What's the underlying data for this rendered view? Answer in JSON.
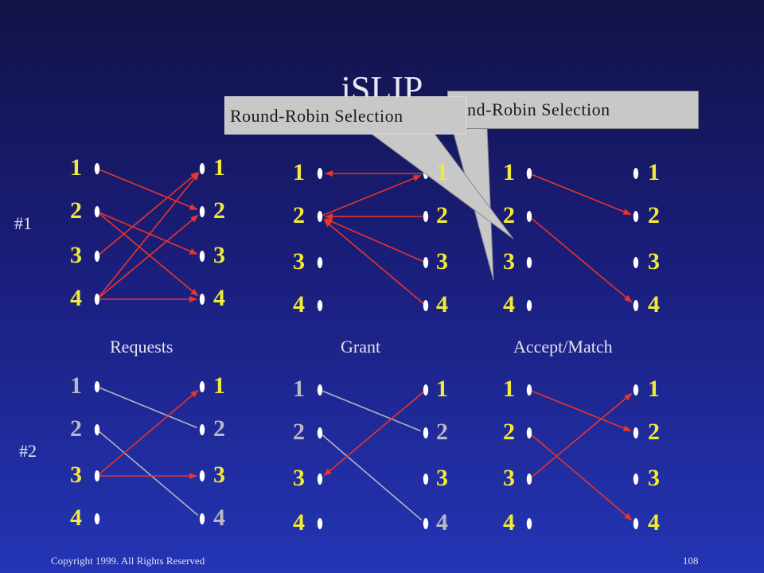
{
  "slide": {
    "title": "iSLIP",
    "callouts": [
      "Round-Robin Selection",
      "Round-Robin Selection"
    ],
    "rows": [
      "#1",
      "#2"
    ],
    "phases": [
      "Requests",
      "Grant",
      "Accept/Match"
    ],
    "footer": {
      "copyright": "Copyright 1999. All Rights Reserved",
      "page": "108"
    }
  },
  "colors": {
    "edge_active": "#e8342a",
    "edge_inactive": "#b4b4c4",
    "number": "#f2ea38",
    "number_dim": "#b9b9c2",
    "dot": "#ffffff"
  },
  "labels": [
    "1",
    "2",
    "3",
    "4"
  ],
  "panels": [
    {
      "row": 1,
      "phase": "Requests",
      "dimInputs": [],
      "dimOutputs": [],
      "edges": [
        {
          "from": 1,
          "to": 2,
          "dir": "out",
          "color": "red"
        },
        {
          "from": 2,
          "to": 3,
          "dir": "out",
          "color": "red"
        },
        {
          "from": 2,
          "to": 4,
          "dir": "out",
          "color": "red"
        },
        {
          "from": 3,
          "to": 1,
          "dir": "out",
          "color": "red"
        },
        {
          "from": 4,
          "to": 1,
          "dir": "out",
          "color": "red"
        },
        {
          "from": 4,
          "to": 2,
          "dir": "out",
          "color": "red"
        },
        {
          "from": 4,
          "to": 4,
          "dir": "out",
          "color": "red"
        }
      ]
    },
    {
      "row": 1,
      "phase": "Grant",
      "dimInputs": [],
      "dimOutputs": [],
      "edges": [
        {
          "from": 1,
          "to": 1,
          "dir": "in",
          "color": "red"
        },
        {
          "from": 2,
          "to": 1,
          "dir": "out",
          "color": "red"
        },
        {
          "from": 2,
          "to": 2,
          "dir": "in",
          "color": "red"
        },
        {
          "from": 2,
          "to": 3,
          "dir": "in",
          "color": "red"
        },
        {
          "from": 2,
          "to": 4,
          "dir": "in",
          "color": "red"
        }
      ]
    },
    {
      "row": 1,
      "phase": "Accept/Match",
      "dimInputs": [],
      "dimOutputs": [],
      "edges": [
        {
          "from": 1,
          "to": 2,
          "dir": "out",
          "color": "red"
        },
        {
          "from": 2,
          "to": 4,
          "dir": "out",
          "color": "red"
        }
      ]
    },
    {
      "row": 2,
      "phase": "Requests",
      "dimInputs": [
        1,
        2
      ],
      "dimOutputs": [
        2,
        4
      ],
      "edges": [
        {
          "from": 1,
          "to": 2,
          "dir": "none",
          "color": "gray"
        },
        {
          "from": 2,
          "to": 4,
          "dir": "none",
          "color": "gray"
        },
        {
          "from": 3,
          "to": 1,
          "dir": "out",
          "color": "red"
        },
        {
          "from": 3,
          "to": 3,
          "dir": "out",
          "color": "red"
        }
      ]
    },
    {
      "row": 2,
      "phase": "Grant",
      "dimInputs": [
        1,
        2
      ],
      "dimOutputs": [
        2,
        4
      ],
      "edges": [
        {
          "from": 1,
          "to": 2,
          "dir": "none",
          "color": "gray"
        },
        {
          "from": 2,
          "to": 4,
          "dir": "none",
          "color": "gray"
        },
        {
          "from": 3,
          "to": 1,
          "dir": "in",
          "color": "red"
        }
      ]
    },
    {
      "row": 2,
      "phase": "Accept/Match",
      "dimInputs": [],
      "dimOutputs": [],
      "edges": [
        {
          "from": 1,
          "to": 2,
          "dir": "out",
          "color": "red"
        },
        {
          "from": 2,
          "to": 4,
          "dir": "out",
          "color": "red"
        },
        {
          "from": 3,
          "to": 1,
          "dir": "out",
          "color": "red"
        }
      ]
    }
  ]
}
